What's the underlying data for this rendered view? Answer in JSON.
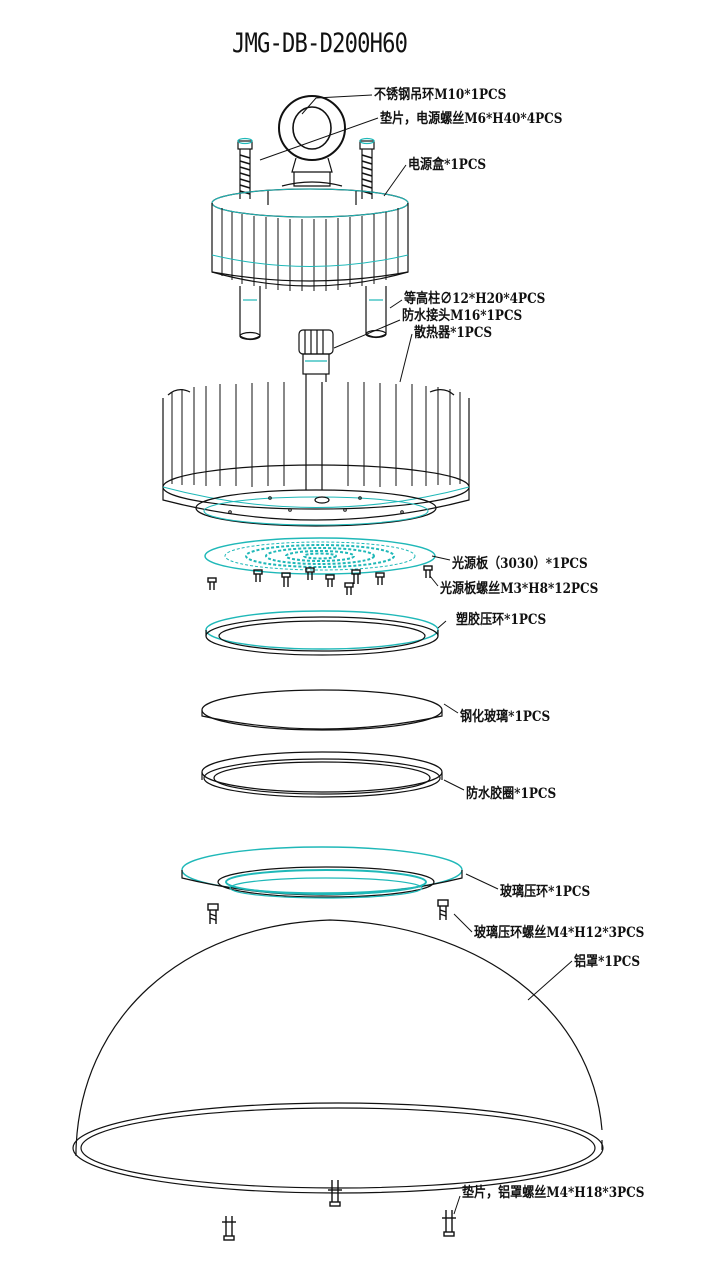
{
  "title": "JMG-DB-D200H60",
  "parts": {
    "eye_bolt": "不锈钢吊环M10*1PCS",
    "washer_psu_screw": "垫片，电源螺丝M6*H40*4PCS",
    "power_box": "电源盒*1PCS",
    "standoff": "等高柱∅12*H20*4PCS",
    "waterproof_connector": "防水接头M16*1PCS",
    "heatsink": "散热器*1PCS",
    "light_board": "光源板（3030）*1PCS",
    "light_board_screw": "光源板螺丝M3*H8*12PCS",
    "plastic_ring": "塑胶压环*1PCS",
    "tempered_glass": "钢化玻璃*1PCS",
    "waterproof_gasket": "防水胶圈*1PCS",
    "glass_ring": "玻璃压环*1PCS",
    "glass_ring_screw": "玻璃压环螺丝M4*H12*3PCS",
    "aluminum_reflector": "铝罩*1PCS",
    "reflector_screw": "垫片，铝罩螺丝M4*H18*3PCS"
  },
  "colors": {
    "line": "#111111",
    "accent": "#1fb8b8"
  }
}
